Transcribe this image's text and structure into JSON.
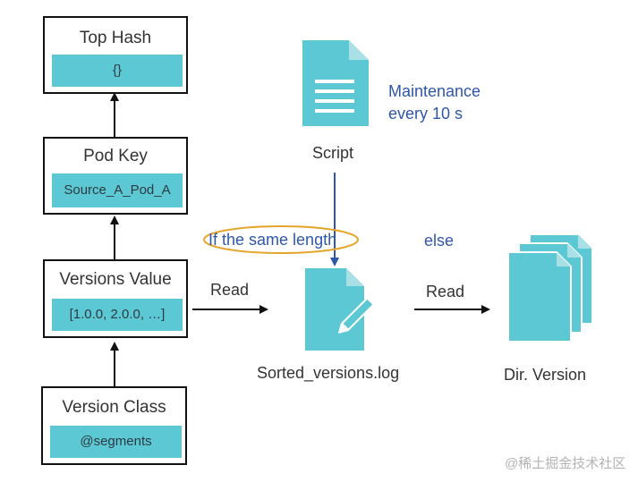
{
  "top_hash": {
    "title": "Top Hash",
    "value": "{}"
  },
  "pod_key": {
    "title_prefix": "Pod ",
    "title_highlight": "Key",
    "value": "Source_A_Pod_A"
  },
  "versions_value": {
    "title_prefix": "Versions ",
    "title_highlight": "Value",
    "value": "[1.0.0, 2.0.0, …]"
  },
  "version_class": {
    "title": "Version Class",
    "value": "@segments"
  },
  "script": {
    "label": "Script",
    "note_line1": "Maintenance",
    "note_line2": "every 10 s"
  },
  "sorted_log": {
    "label": "Sorted_versions.log"
  },
  "dir_version": {
    "label": "Dir. Version"
  },
  "edges": {
    "read_left": "Read",
    "read_right": "Read",
    "condition": "If the same length",
    "else": "else"
  },
  "watermark": "@稀土掘金技术社区",
  "colors": {
    "teal": "#5bc8d3",
    "highlight_red": "#d9533c",
    "highlight_orange": "#e5a52a",
    "note_blue": "#2f57a8"
  }
}
